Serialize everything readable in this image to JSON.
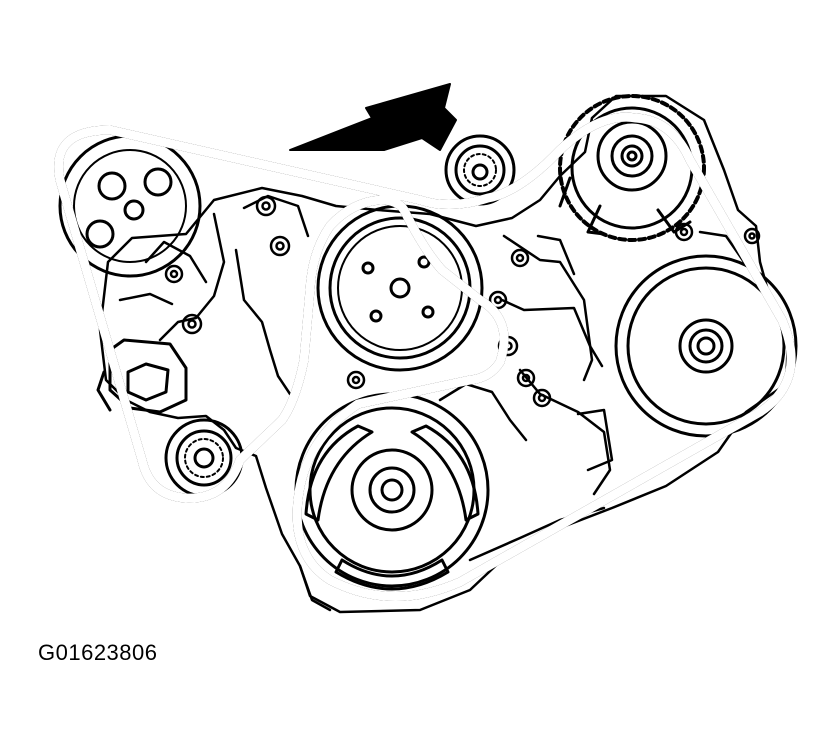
{
  "figure": {
    "id_label": "G01623806",
    "colors": {
      "ink": "#000000",
      "paper": "#ffffff"
    },
    "direction_arrow": "counterclockwise"
  },
  "components": [
    {
      "name": "power-steering-pump-pulley"
    },
    {
      "name": "lower-left-idler-pulley"
    },
    {
      "name": "upper-idler-pulley"
    },
    {
      "name": "alternator-pulley"
    },
    {
      "name": "water-pump-pulley"
    },
    {
      "name": "ac-compressor-pulley"
    },
    {
      "name": "crankshaft-pulley"
    },
    {
      "name": "belt-tensioner"
    }
  ]
}
